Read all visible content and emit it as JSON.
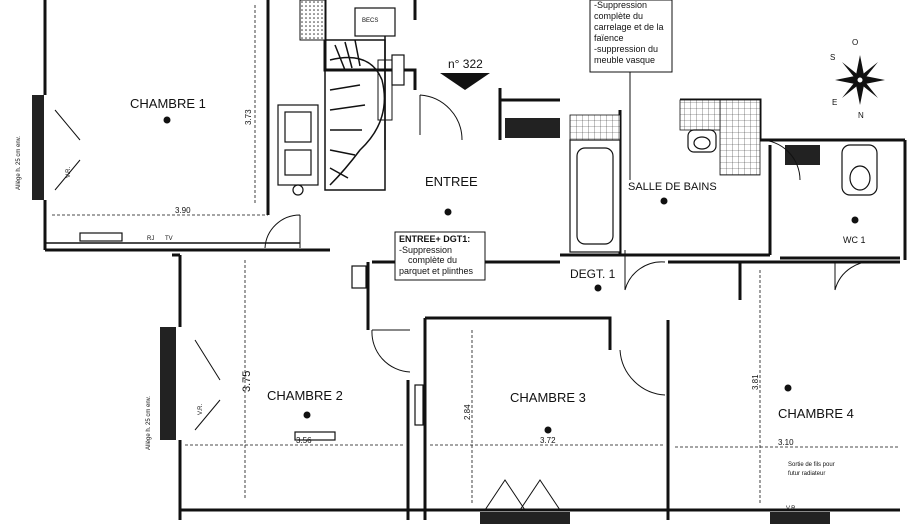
{
  "rooms": {
    "chambre1": "CHAMBRE 1",
    "chambre2": "CHAMBRE 2",
    "chambre3": "CHAMBRE 3",
    "chambre4": "CHAMBRE 4",
    "entree": "ENTREE",
    "salle_de_bains": "SALLE DE BAINS",
    "degt": "DEGT. 1",
    "wc": "WC 1"
  },
  "dimensions": {
    "d390": "3.90",
    "d373": "3.73",
    "d375": "3.75",
    "d356": "3.56",
    "d372": "3.72",
    "d284": "2.84",
    "d381": "3.81",
    "d310": "3.10"
  },
  "labels": {
    "apt_number": "n° 322",
    "becs": "BECS",
    "vr": "V.R.",
    "rj": "RJ",
    "tv": "TV",
    "allege1": "Allège h. 25 cm env.",
    "allege2": "Allège h. 25 cm env.",
    "radiator_note_1": "Sortie de fils pour",
    "radiator_note_2": "futur radiateur"
  },
  "notes": {
    "entree_dgt": {
      "title": "ENTREE+ DGT1:",
      "lines": [
        "-Suppression",
        "complète du",
        "parquet et plinthes"
      ]
    },
    "sdb": {
      "lines": [
        "-Suppression",
        "complète du",
        "carrelage et de la",
        "faïence",
        "-suppression du",
        "meuble vasque"
      ]
    }
  },
  "compass": [
    "S",
    "O",
    "E",
    "N"
  ]
}
